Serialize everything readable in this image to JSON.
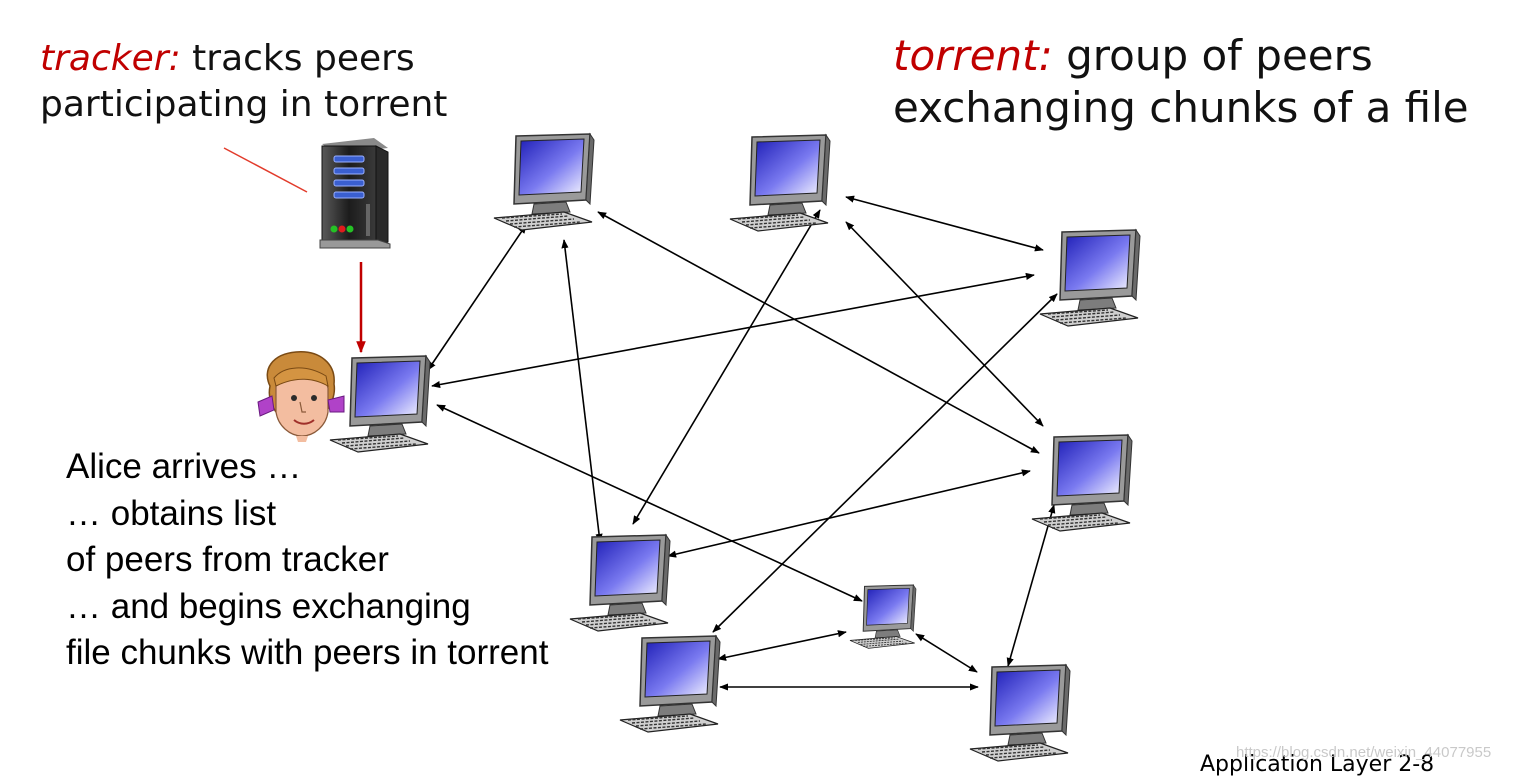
{
  "tracker": {
    "term": "tracker:",
    "line1_rest": " tracks peers",
    "line2": "participating in torrent"
  },
  "torrent": {
    "term": "torrent:",
    "line1_rest": " group of peers",
    "line2": "exchanging  chunks of a file"
  },
  "alice": {
    "lines": [
      "Alice arrives  …",
      "… obtains list",
      "of peers from tracker",
      "… and begins exchanging",
      "file chunks with peers in torrent"
    ]
  },
  "footer": "Application Layer 2-8",
  "watermark": "https://blog.csdn.net/weixin_44077955",
  "colors": {
    "term": "#c00000",
    "tracker_arrow": "#c00000",
    "link": "#000000",
    "screen": "#5a5ae0"
  },
  "icons": [
    "server-icon",
    "computer-icon",
    "alice-avatar"
  ]
}
